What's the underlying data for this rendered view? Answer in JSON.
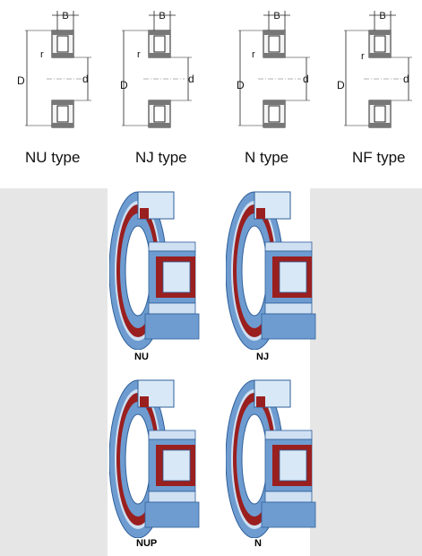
{
  "schematic": {
    "dim_B": "B",
    "dim_D": "D",
    "dim_d": "d",
    "dim_r": "r"
  },
  "types": [
    {
      "label": "NU type"
    },
    {
      "label": "NJ type"
    },
    {
      "label": "N type"
    },
    {
      "label": "NF type"
    }
  ],
  "renders": [
    {
      "label": "NU"
    },
    {
      "label": "NJ"
    },
    {
      "label": "NUP"
    },
    {
      "label": "N"
    }
  ],
  "colors": {
    "ring_blue": "#6e9cd0",
    "ring_light": "#cfe0f2",
    "ring_dark": "#2f5f9a",
    "cage_red": "#9a1f1f",
    "roller": "#d9e8f6",
    "hatch": "#555555",
    "bg_gray": "#e6e6e6"
  }
}
